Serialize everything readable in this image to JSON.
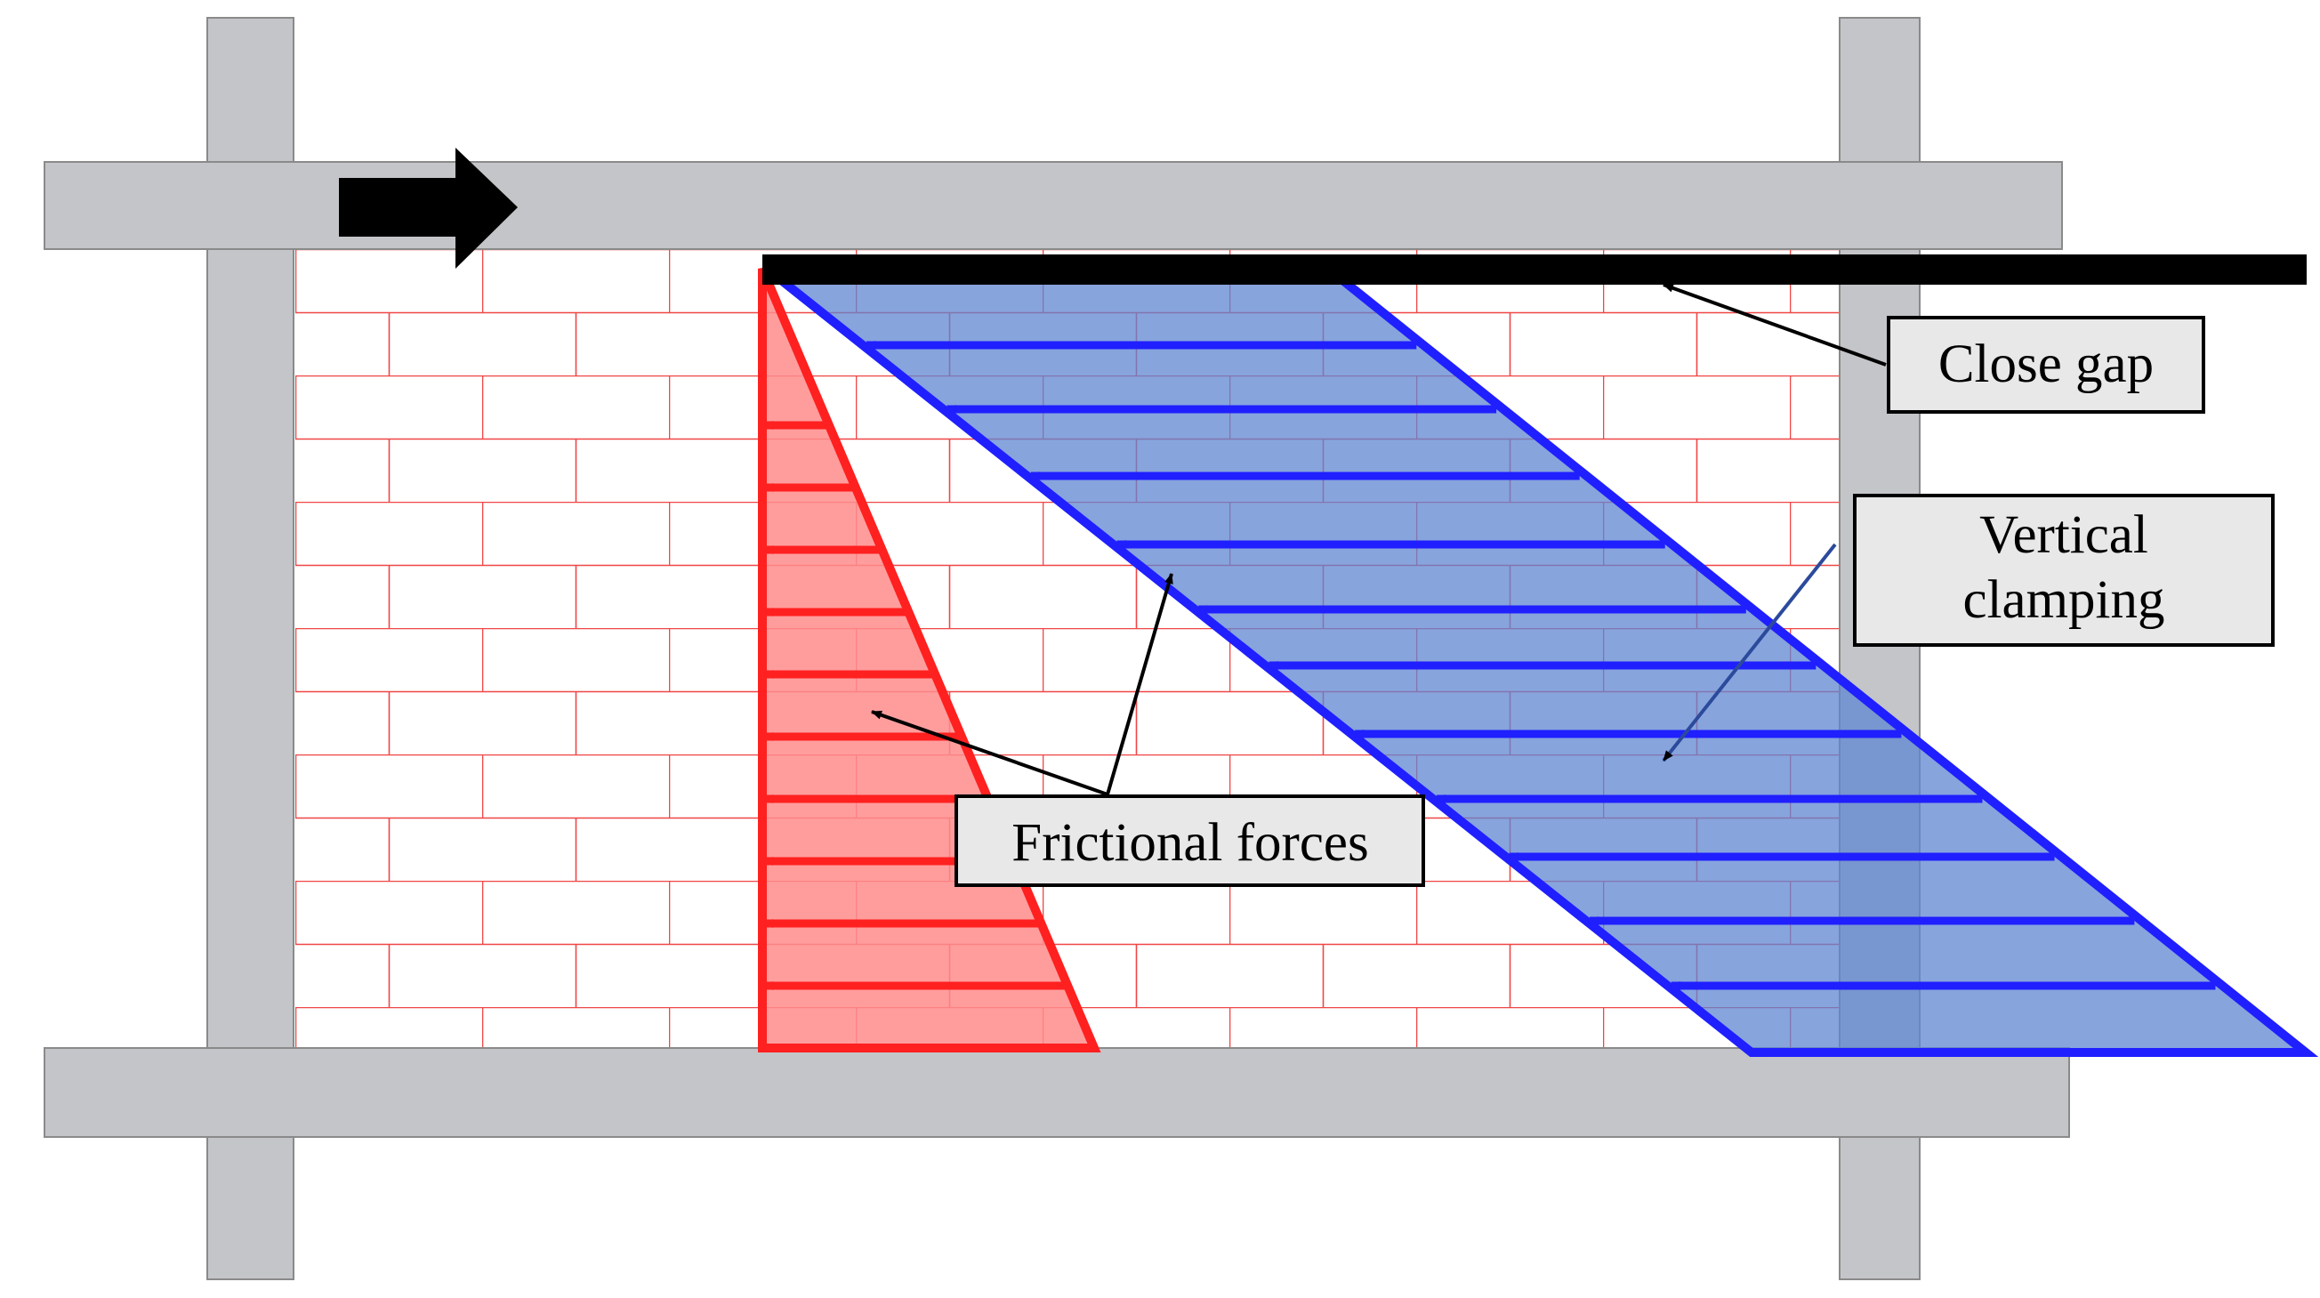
{
  "labels": {
    "close_gap": "Close gap",
    "vertical_clamping_line1": "Vertical",
    "vertical_clamping_line2": "clamping",
    "frictional_forces": "Frictional forces"
  },
  "colors": {
    "frame": "#c4c5c8",
    "frame_stroke": "#8a8a8a",
    "brick_mortar": "#f04646",
    "friction": "#ff2020",
    "friction_fill": "#ff8c8c",
    "clamping": "#1f1fff",
    "clamping_fill": "#6f94d8",
    "gap": "#000000",
    "callout_fill": "#e8e8e8"
  }
}
